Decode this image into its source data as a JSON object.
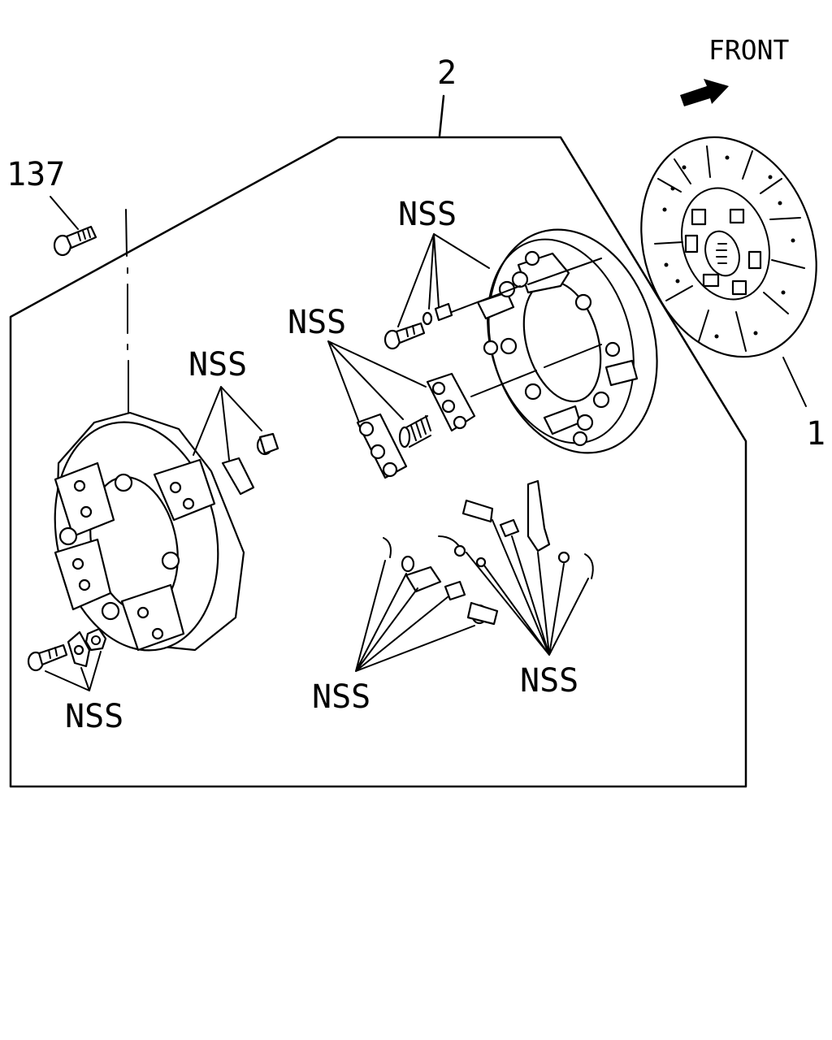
{
  "labels": {
    "front": "FRONT",
    "item_assembly": "2",
    "item_bolt": "137",
    "item_disc": "1",
    "nss": "NSS"
  },
  "colors": {
    "ink": "#000000",
    "paper": "#ffffff"
  },
  "icons": {
    "front_indicator": "arrow-right-icon"
  }
}
